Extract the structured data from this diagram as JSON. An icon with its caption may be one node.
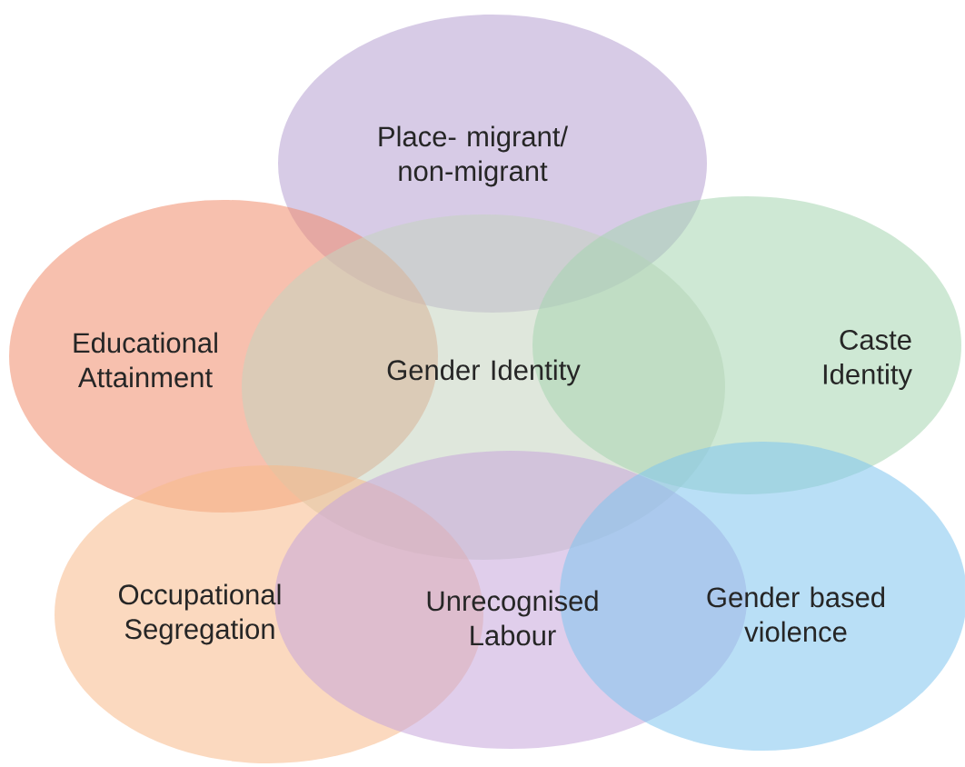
{
  "diagram": {
    "nodes": [
      {
        "text": [
          "Place- migrant/ non-migrant"
        ]
      },
      {
        "text": [
          "Educational Attainment"
        ]
      },
      {
        "text": [
          "Gender Identity"
        ]
      },
      {
        "text": [
          "Caste Identity"
        ]
      },
      {
        "text": [
          "Occupational Segregation"
        ]
      },
      {
        "text": [
          "Unrecognised Labour"
        ]
      },
      {
        "text": [
          "Gender based violence"
        ]
      }
    ]
  }
}
